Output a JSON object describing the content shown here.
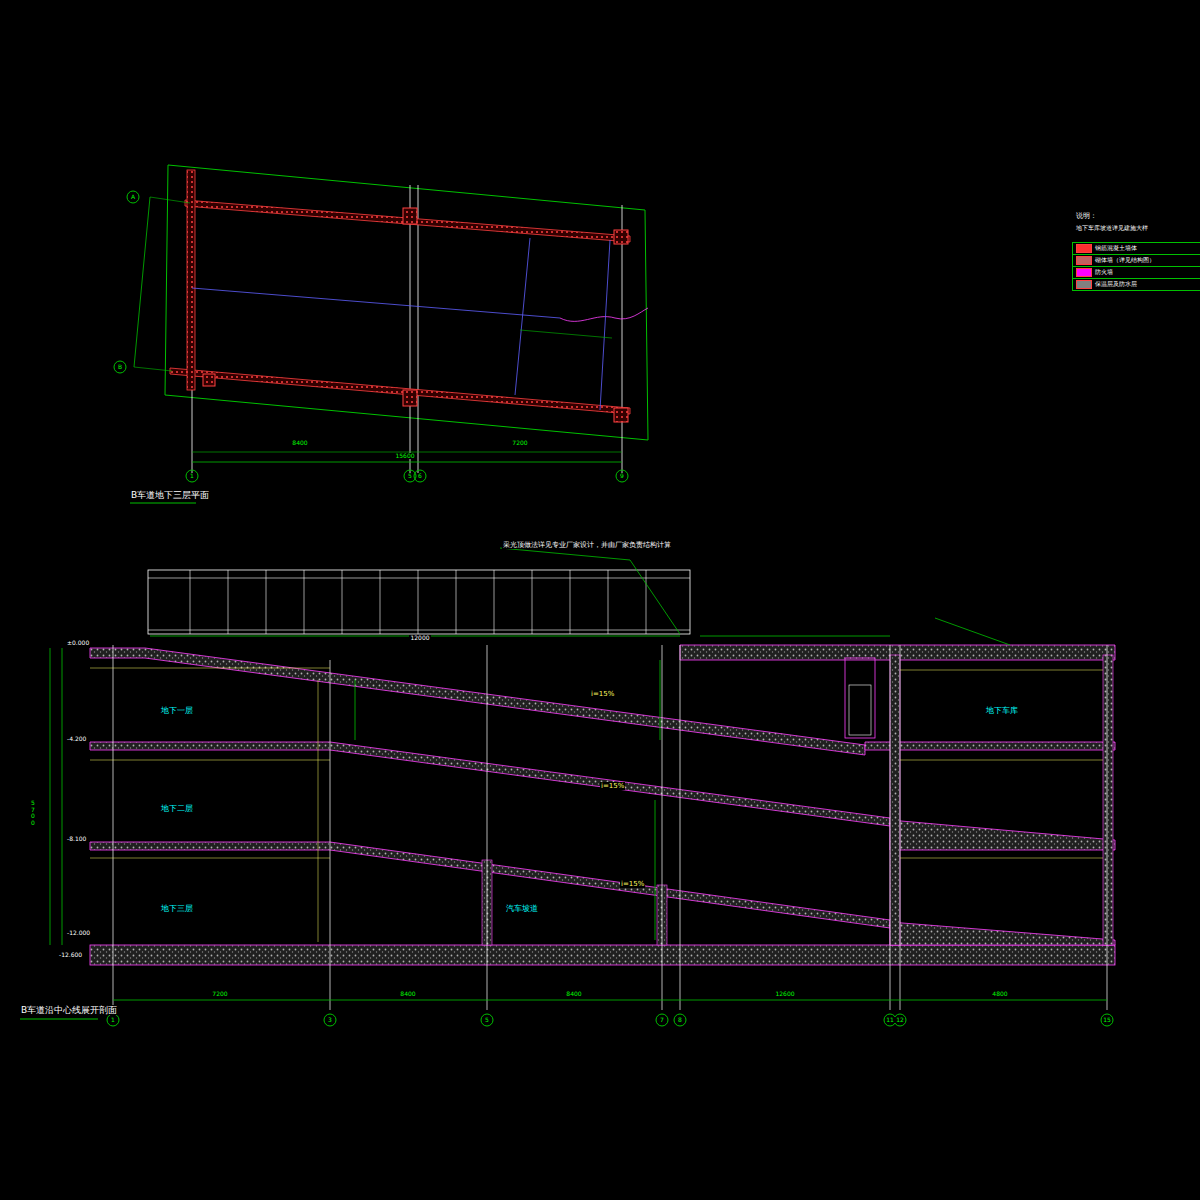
{
  "diagram": {
    "labels": [
      "B车道地下三层平面",
      "B车道沿中心线展开剖面",
      "地下一层",
      "地下二层",
      "地下三层",
      "汽车坡道",
      "地下车库",
      "说明：",
      "地下车库坡道详见建施大样",
      "1",
      "5",
      "6",
      "9",
      "A",
      "B",
      "8400",
      "7200",
      "15600",
      "1",
      "3",
      "5",
      "7",
      "8",
      "11",
      "12",
      "15",
      "7200",
      "8400",
      "8400",
      "12600",
      "4800",
      "±0.000",
      "-4.200",
      "-8.100",
      "-12.000",
      "-12.600",
      "采光顶做法详见专业厂家设计，并由厂家负责结构计算",
      "i=15%",
      "i=15%",
      "i=15%",
      "12000",
      "5700"
    ],
    "legend": [
      {
        "text": "钢筋混凝土墙体",
        "color": "#ff3030"
      },
      {
        "text": "砌体墙（详见结构图）",
        "color": "#c06060"
      },
      {
        "text": "防火墙",
        "color": "#ff00ff"
      },
      {
        "text": "保温层及防水层",
        "color": "#808080"
      }
    ]
  }
}
